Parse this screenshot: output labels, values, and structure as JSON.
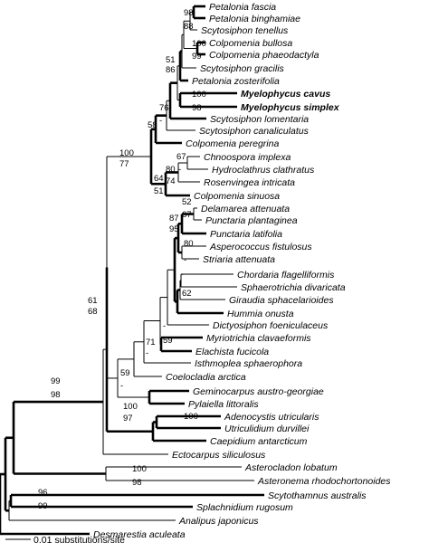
{
  "taxa": [
    {
      "id": "t0",
      "label": "Petalonia fascia"
    },
    {
      "id": "t1",
      "label": "Petalonia binghamiae"
    },
    {
      "id": "t2",
      "label": "Scytosiphon tenellus"
    },
    {
      "id": "t3",
      "label": "Colpomenia bullosa"
    },
    {
      "id": "t4",
      "label": "Colpomenia phaeodactyla"
    },
    {
      "id": "t5",
      "label": "Scytosiphon gracilis"
    },
    {
      "id": "t6",
      "label": "Petalonia zosterifolia"
    },
    {
      "id": "t7",
      "label": "Myelophycus cavus",
      "bold": true
    },
    {
      "id": "t8",
      "label": "Myelophycus simplex",
      "bold": true
    },
    {
      "id": "t9",
      "label": "Scytosiphon lomentaria"
    },
    {
      "id": "t10",
      "label": "Scytosiphon canaliculatus"
    },
    {
      "id": "t11",
      "label": "Colpomenia peregrina"
    },
    {
      "id": "t12",
      "label": "Chnoospora implexa"
    },
    {
      "id": "t13",
      "label": "Hydroclathrus clathratus"
    },
    {
      "id": "t14",
      "label": "Rosenvingea intricata"
    },
    {
      "id": "t15",
      "label": "Colpomenia sinuosa"
    },
    {
      "id": "t16",
      "label": "Delamarea attenuata"
    },
    {
      "id": "t17",
      "label": "Punctaria plantaginea"
    },
    {
      "id": "t18",
      "label": "Punctaria latifolia"
    },
    {
      "id": "t19",
      "label": "Asperococcus fistulosus"
    },
    {
      "id": "t20",
      "label": "Striaria attenuata"
    },
    {
      "id": "t21",
      "label": "Chordaria flagelliformis"
    },
    {
      "id": "t22",
      "label": "Sphaerotrichia divaricata"
    },
    {
      "id": "t23",
      "label": "Giraudia sphacelarioides"
    },
    {
      "id": "t24",
      "label": "Hummia onusta"
    },
    {
      "id": "t25",
      "label": "Dictyosiphon foeniculaceus"
    },
    {
      "id": "t26",
      "label": "Myriotrichia clavaeformis"
    },
    {
      "id": "t27",
      "label": "Elachista fucicola"
    },
    {
      "id": "t28",
      "label": "Isthmoplea sphaerophora"
    },
    {
      "id": "t29",
      "label": "Coelocladia arctica"
    },
    {
      "id": "t30",
      "label": "Geminocarpus austro-georgiae"
    },
    {
      "id": "t31",
      "label": "Pylaiella littoralis"
    },
    {
      "id": "t32",
      "label": "Adenocystis utricularis"
    },
    {
      "id": "t33",
      "label": "Utriculidium durvillei"
    },
    {
      "id": "t34",
      "label": "Caepidium antarcticum"
    },
    {
      "id": "t35",
      "label": "Ectocarpus siliculosus"
    },
    {
      "id": "t36",
      "label": "Asterocladon lobatum"
    },
    {
      "id": "t37",
      "label": "Asteronema rhodochortonoides"
    },
    {
      "id": "t38",
      "label": "Scytothamnus australis"
    },
    {
      "id": "t39",
      "label": "Splachnidium rugosum"
    },
    {
      "id": "t40",
      "label": "Analipus japonicus"
    },
    {
      "id": "t41",
      "label": "Desmarestia aculeata"
    }
  ],
  "supports": [
    {
      "id": "s0",
      "text": "98"
    },
    {
      "id": "s1",
      "text": "88"
    },
    {
      "id": "s2",
      "text": "100"
    },
    {
      "id": "s3",
      "text": "99"
    },
    {
      "id": "s4",
      "text": "51"
    },
    {
      "id": "s5",
      "text": "86"
    },
    {
      "id": "s6",
      "text": "100"
    },
    {
      "id": "s7",
      "text": "98"
    },
    {
      "id": "s8",
      "text": "76"
    },
    {
      "id": "s9",
      "text": "-"
    },
    {
      "id": "s10",
      "text": "58"
    },
    {
      "id": "s11",
      "text": "100"
    },
    {
      "id": "s12",
      "text": "77"
    },
    {
      "id": "s13",
      "text": "67"
    },
    {
      "id": "s14",
      "text": "-"
    },
    {
      "id": "s15",
      "text": "80"
    },
    {
      "id": "s16",
      "text": "64"
    },
    {
      "id": "s17",
      "text": "74"
    },
    {
      "id": "s18",
      "text": "51"
    },
    {
      "id": "s19",
      "text": "52"
    },
    {
      "id": "s20",
      "text": "67"
    },
    {
      "id": "s21",
      "text": "87"
    },
    {
      "id": "s22",
      "text": "95"
    },
    {
      "id": "s23",
      "text": "80"
    },
    {
      "id": "s24",
      "text": "-"
    },
    {
      "id": "s25",
      "text": "-"
    },
    {
      "id": "s26",
      "text": "62"
    },
    {
      "id": "s27",
      "text": "-"
    },
    {
      "id": "s28",
      "text": "59"
    },
    {
      "id": "s29",
      "text": "71"
    },
    {
      "id": "s30",
      "text": "-"
    },
    {
      "id": "s31",
      "text": "59"
    },
    {
      "id": "s32",
      "text": "-"
    },
    {
      "id": "s33",
      "text": "61"
    },
    {
      "id": "s34",
      "text": "68"
    },
    {
      "id": "s35",
      "text": "100"
    },
    {
      "id": "s36",
      "text": "100"
    },
    {
      "id": "s37",
      "text": "97"
    },
    {
      "id": "s38",
      "text": "99"
    },
    {
      "id": "s39",
      "text": "98"
    },
    {
      "id": "s40",
      "text": "100"
    },
    {
      "id": "s41",
      "text": "98"
    },
    {
      "id": "s42",
      "text": "96"
    },
    {
      "id": "s43",
      "text": "99"
    }
  ],
  "scale_bar": {
    "label": "0.01 substitutions/site"
  }
}
